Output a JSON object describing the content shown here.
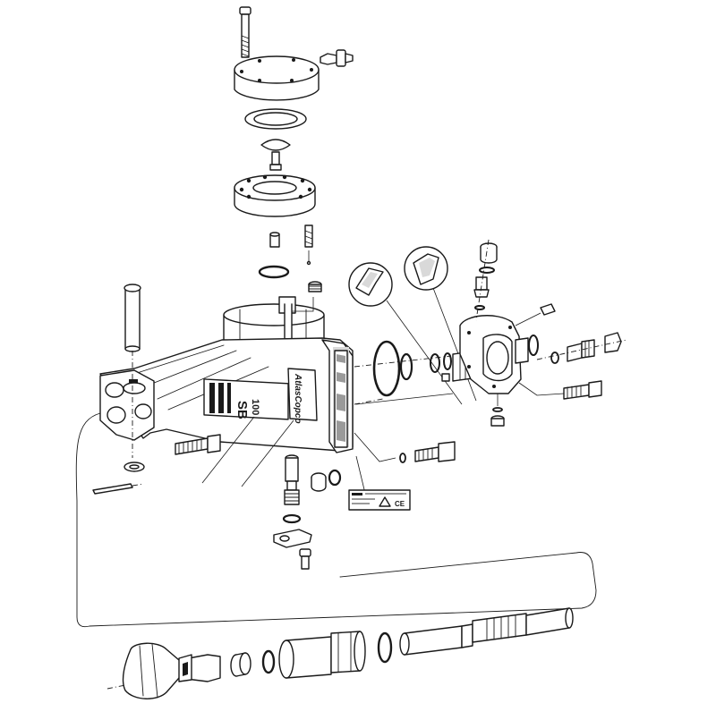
{
  "brand": {
    "logo": "AtlasCopco",
    "model_line1": "SB",
    "model_line2": "100"
  },
  "icons": {
    "ce_mark": "CE"
  }
}
